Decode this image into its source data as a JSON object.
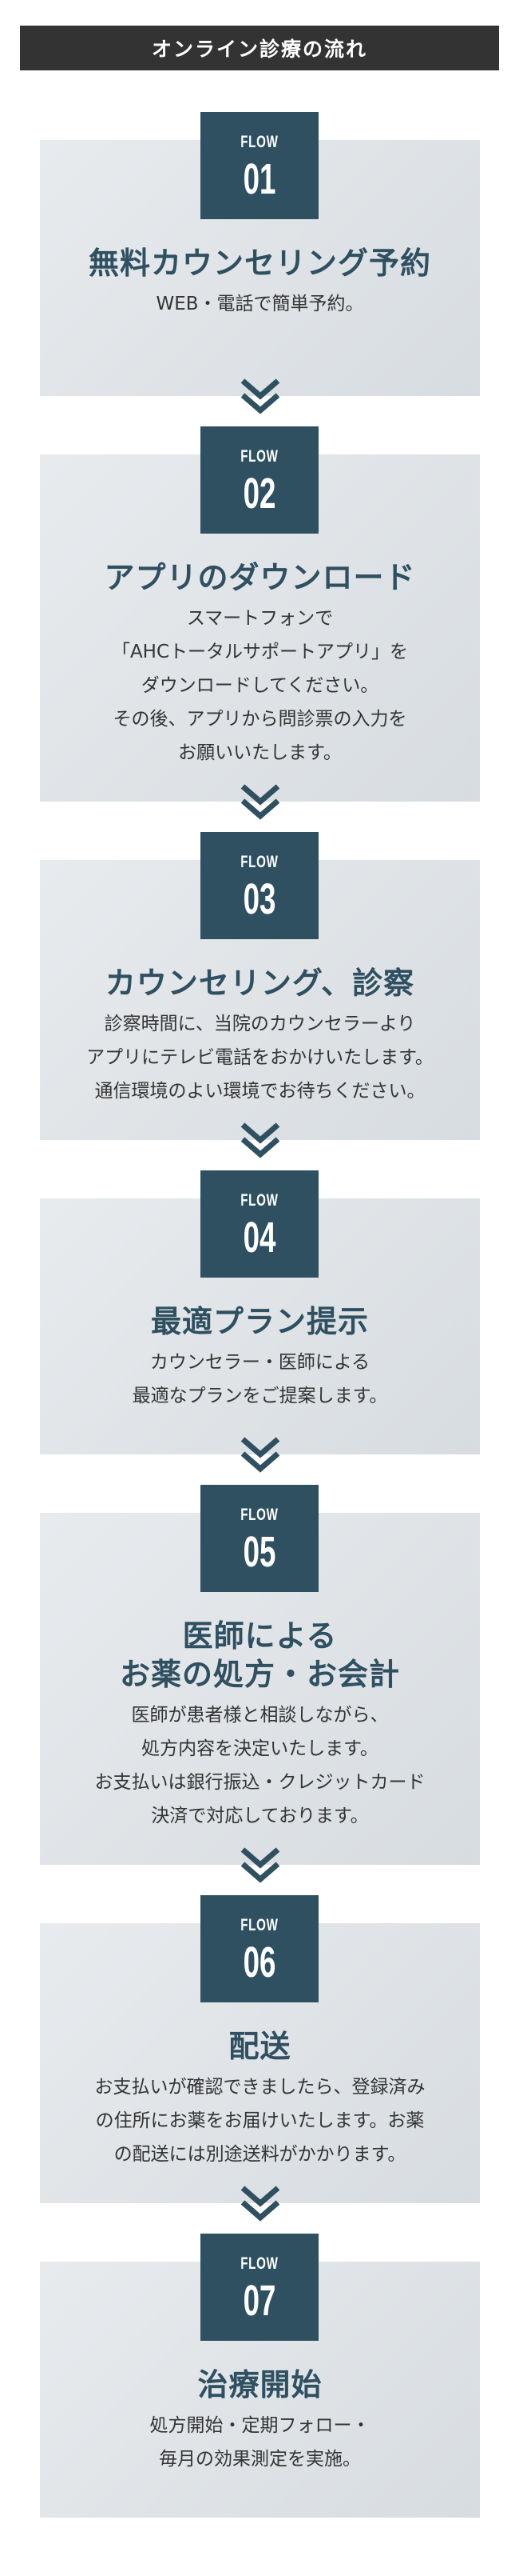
{
  "header": {
    "title": "オンライン診療の流れ"
  },
  "colors": {
    "header_bg": "#333333",
    "accent": "#2f5061",
    "text": "#333333"
  },
  "steps": [
    {
      "flow_label": "FLOW",
      "number": "01",
      "title": "無料カウンセリング予約",
      "description": "WEB・電話で簡単予約。",
      "has_next": true
    },
    {
      "flow_label": "FLOW",
      "number": "02",
      "title": "アプリのダウンロード",
      "description": "スマートフォンで\n「AHCトータルサポートアプリ」を\nダウンロードしてください。\nその後、アプリから問診票の入力を\nお願いいたします。",
      "has_next": true
    },
    {
      "flow_label": "FLOW",
      "number": "03",
      "title": "カウンセリング、診察",
      "description": "診察時間に、当院のカウンセラーより\nアプリにテレビ電話をおかけいたします。\n通信環境のよい環境でお待ちください。",
      "has_next": true
    },
    {
      "flow_label": "FLOW",
      "number": "04",
      "title": "最適プラン提示",
      "description": "カウンセラー・医師による\n最適なプランをご提案します。",
      "has_next": true
    },
    {
      "flow_label": "FLOW",
      "number": "05",
      "title": "医師による\nお薬の処方・お会計",
      "description": "医師が患者様と相談しながら、\n処方内容を決定いたします。\nお支払いは銀行振込・クレジットカード\n決済で対応しております。",
      "has_next": true
    },
    {
      "flow_label": "FLOW",
      "number": "06",
      "title": "配送",
      "description": "お支払いが確認できましたら、登録済み\nの住所にお薬をお届けいたします。お薬\nの配送には別途送料がかかります。",
      "has_next": true
    },
    {
      "flow_label": "FLOW",
      "number": "07",
      "title": "治療開始",
      "description": "処方開始・定期フォロー・\n毎月の効果測定を実施。",
      "has_next": false
    }
  ]
}
